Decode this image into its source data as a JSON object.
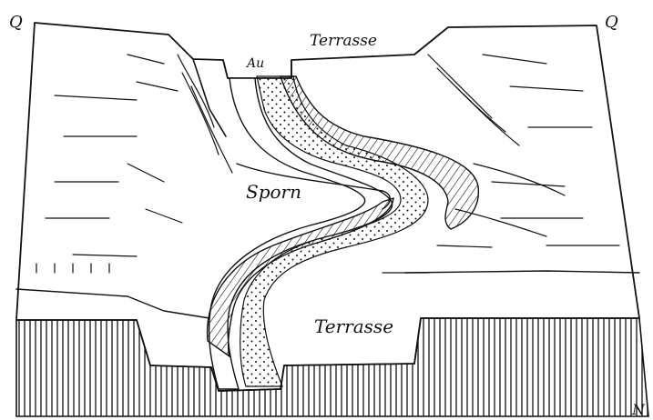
{
  "diagram": {
    "corner_labels": {
      "top_left": "Q",
      "top_right": "Q",
      "bottom_right": "N"
    },
    "labels": {
      "terrasse_top": "Terrasse",
      "au": "Au",
      "sporn": "Sporn",
      "terrasse_bottom": "Terrasse"
    },
    "colors": {
      "ink": "#111111",
      "paper": "#ffffff"
    }
  }
}
